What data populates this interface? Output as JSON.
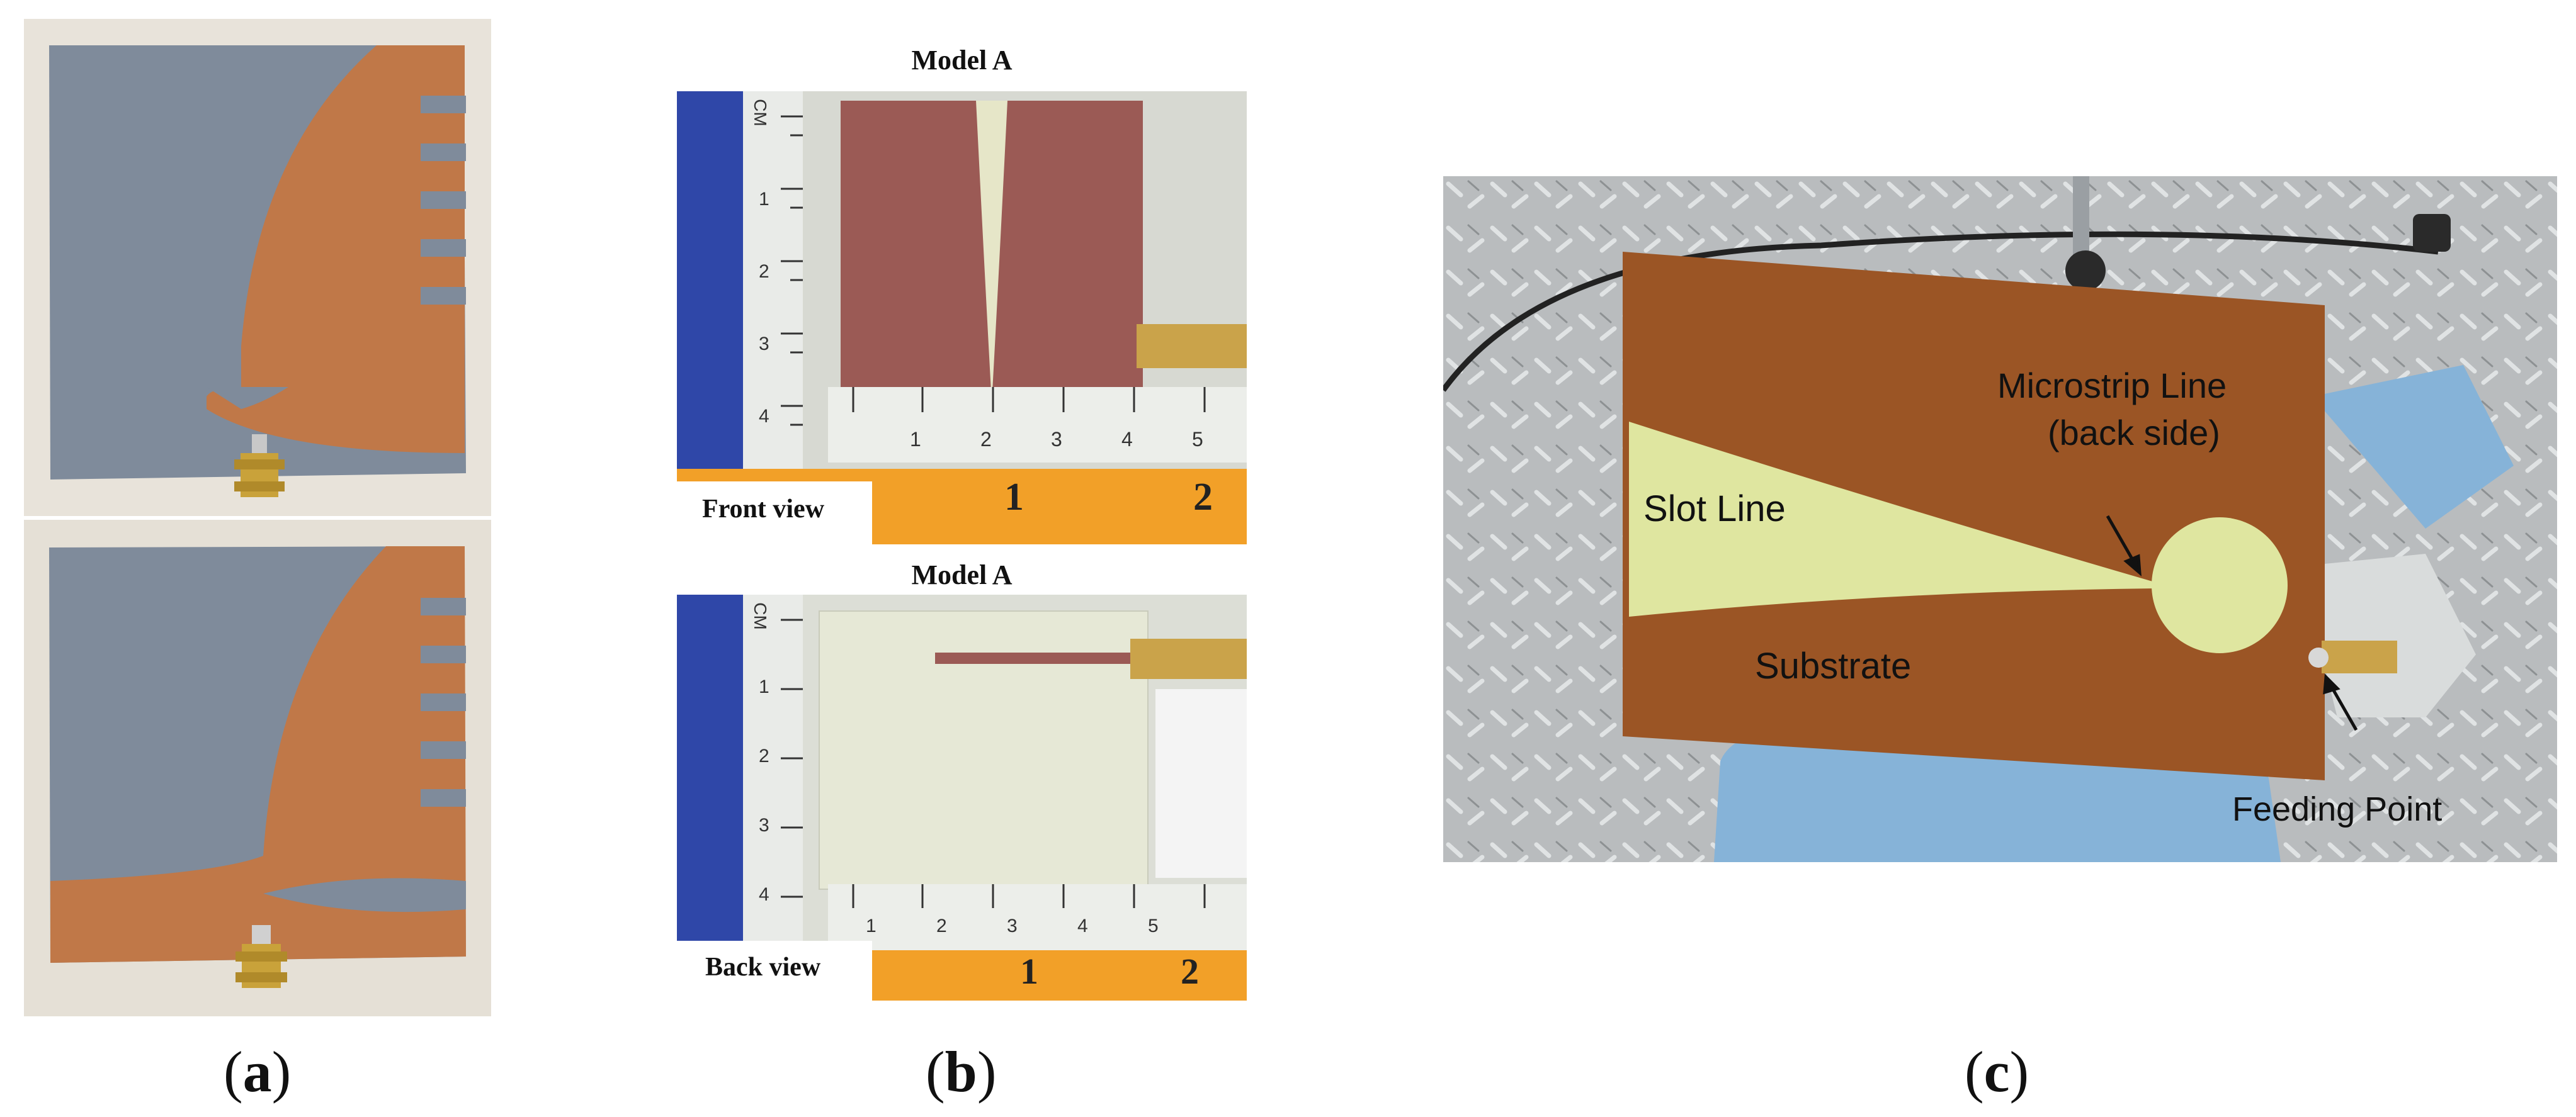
{
  "captions": {
    "open": "(",
    "close": ")",
    "a": "a",
    "b": "b",
    "c": "c"
  },
  "panel_b": {
    "top_title": "Model A",
    "front_label": "Front view",
    "bottom_title": "Model A",
    "back_label": "Back view",
    "ruler_unit": "CM",
    "cm_ticks": [
      "1",
      "2",
      "3",
      "4",
      "5"
    ],
    "inch_ticks": [
      "1",
      "2"
    ]
  },
  "panel_c": {
    "labels": {
      "microstrip_line": "Microstrip Line",
      "back_side": "(back side)",
      "slot_line": "Slot Line",
      "substrate": "Substrate",
      "feeding_point": "Feeding Point"
    }
  },
  "colors": {
    "copper": "#c07848",
    "board_gray": "#7f8b9b",
    "fr4_yellow": "#dfe6a0",
    "brown_board": "#9b5525",
    "ruler_orange": "#f2a028",
    "ruler_blue": "#2f47a8"
  }
}
